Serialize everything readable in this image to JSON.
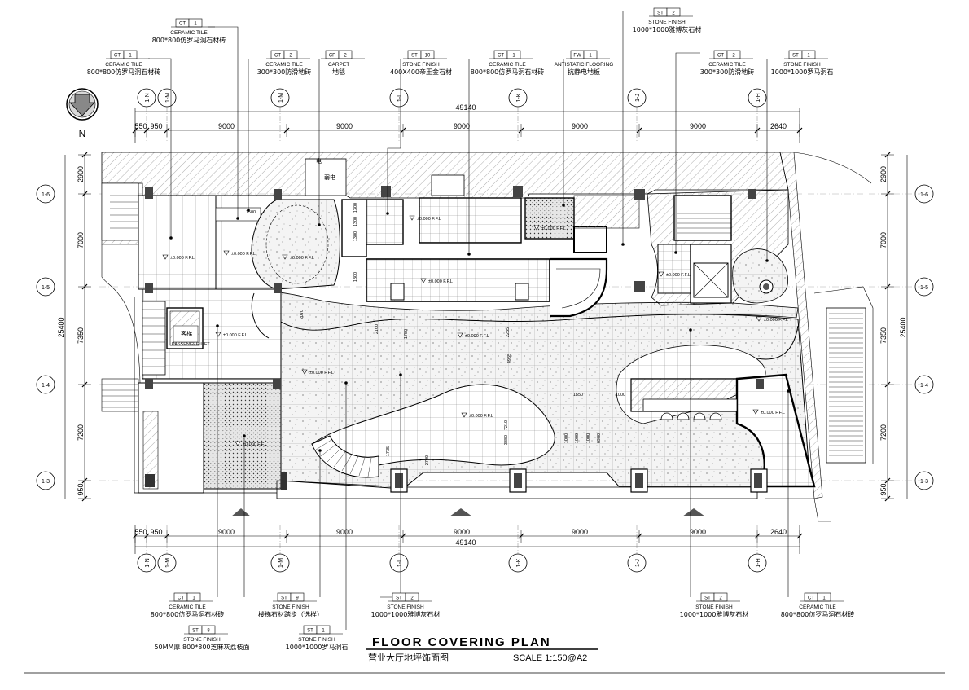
{
  "drawing": {
    "title_en": "FLOOR COVERING PLAN",
    "title_cn": "营业大厅地坪饰面图",
    "scale": "SCALE 1:150@A2",
    "north_label": "N"
  },
  "dimensions": {
    "total": "49140",
    "segments": [
      "550",
      "950",
      "9000",
      "9000",
      "9000",
      "9000",
      "9000",
      "2640"
    ],
    "vertical_total": "25400",
    "vertical_segments": [
      "2900",
      "7000",
      "7350",
      "7200",
      "950"
    ]
  },
  "grid": {
    "columns": [
      "1-N",
      "1-M",
      "1-M",
      "1-L",
      "1-K",
      "1-J",
      "1-H"
    ],
    "rows": [
      "1-6",
      "1-5",
      "1-4",
      "1-3"
    ]
  },
  "level_marks": [
    "±0.000 F.F.L",
    "±0.000 F.F.L",
    "±0.000 F.F.L",
    "±0.000 F.F.L",
    "±0.000 F.F.L",
    "±0.000 F.F.L",
    "±0.000 F.F.L",
    "±0.000 F.F.L",
    "±0.000 F.F.L",
    "±0.000 F.F.L",
    "±0.000 F.F.L",
    "±0.000 F.F.L",
    "±0.000 F.F.L",
    "±0.000 F.F.L"
  ],
  "room_labels": [
    "弱电",
    "电",
    "PASSENGER LIFT",
    "客梯"
  ],
  "inner_dims": [
    "1500",
    "1300",
    "1300",
    "1300",
    "1300",
    "2070",
    "2100",
    "1750",
    "2235",
    "4965",
    "1550",
    "1000",
    "1000",
    "1000",
    "1000",
    "6980",
    "7210",
    "3880",
    "1735",
    "2700"
  ],
  "top_callouts": [
    {
      "code": "CT",
      "num": "1",
      "en": "CERAMIC TILE",
      "cn": "800*800仿罗马洞石材砖"
    },
    {
      "code": "CT",
      "num": "1",
      "en": "CERAMIC TILE",
      "cn": "800*800仿罗马洞石材砖"
    },
    {
      "code": "CT",
      "num": "2",
      "en": "CERAMIC TILE",
      "cn": "300*300防滑地砖"
    },
    {
      "code": "CP",
      "num": "2",
      "en": "CARPET",
      "cn": "地毯"
    },
    {
      "code": "ST",
      "num": "10",
      "en": "STONE FINISH",
      "cn": "400X400帝王金石材"
    },
    {
      "code": "CT",
      "num": "1",
      "en": "CERAMIC TILE",
      "cn": "800*800仿罗马洞石材砖"
    },
    {
      "code": "FW",
      "num": "1",
      "en": "ANTISTATIC FLOORING",
      "cn": "抗静电地板"
    },
    {
      "code": "ST",
      "num": "2",
      "en": "STONE FINISH",
      "cn": "1000*1000雅博灰石材"
    },
    {
      "code": "CT",
      "num": "2",
      "en": "CERAMIC TILE",
      "cn": "300*300防滑地砖"
    },
    {
      "code": "ST",
      "num": "1",
      "en": "STONE FINISH",
      "cn": "1000*1000罗马洞石"
    }
  ],
  "bottom_callouts": [
    {
      "code": "CT",
      "num": "1",
      "en": "CERAMIC TILE",
      "cn": "800*800仿罗马洞石材砖"
    },
    {
      "code": "ST",
      "num": "8",
      "en": "STONE FINISH",
      "cn": "50MM厚 800*800芝麻灰荔枝面"
    },
    {
      "code": "ST",
      "num": "9",
      "en": "STONE FINISH",
      "cn": "楼梯石材踏步（选样）"
    },
    {
      "code": "ST",
      "num": "1",
      "en": "STONE FINISH",
      "cn": "1000*1000罗马洞石"
    },
    {
      "code": "ST",
      "num": "2",
      "en": "STONE FINISH",
      "cn": "1000*1000雅博灰石材"
    },
    {
      "code": "ST",
      "num": "2",
      "en": "STONE FINISH",
      "cn": "1000*1000雅博灰石材"
    },
    {
      "code": "CT",
      "num": "1",
      "en": "CERAMIC TILE",
      "cn": "800*800仿罗马洞石材砖"
    }
  ]
}
